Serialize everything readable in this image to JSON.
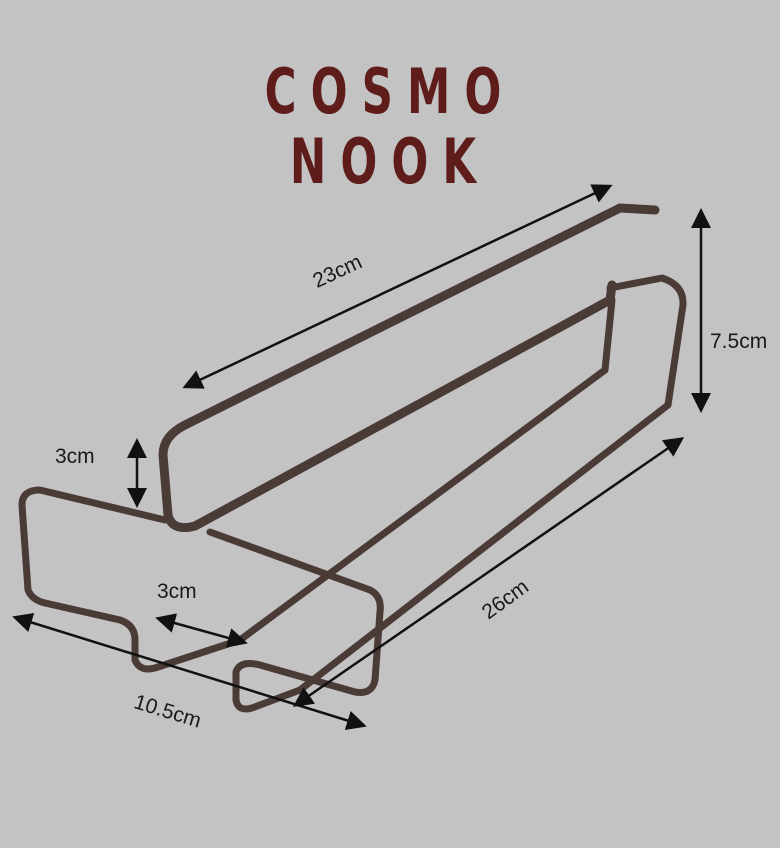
{
  "brand": {
    "line1": "COSMO",
    "line2": "NOOK"
  },
  "dimensions": {
    "top_length": "23cm",
    "height": "7.5cm",
    "hook_height": "3cm",
    "hook_gap": "3cm",
    "rail_length": "26cm",
    "width": "10.5cm"
  },
  "colors": {
    "background": "#c3c3c3",
    "brand": "#5e1d1b",
    "metal": "#4a3b37"
  }
}
